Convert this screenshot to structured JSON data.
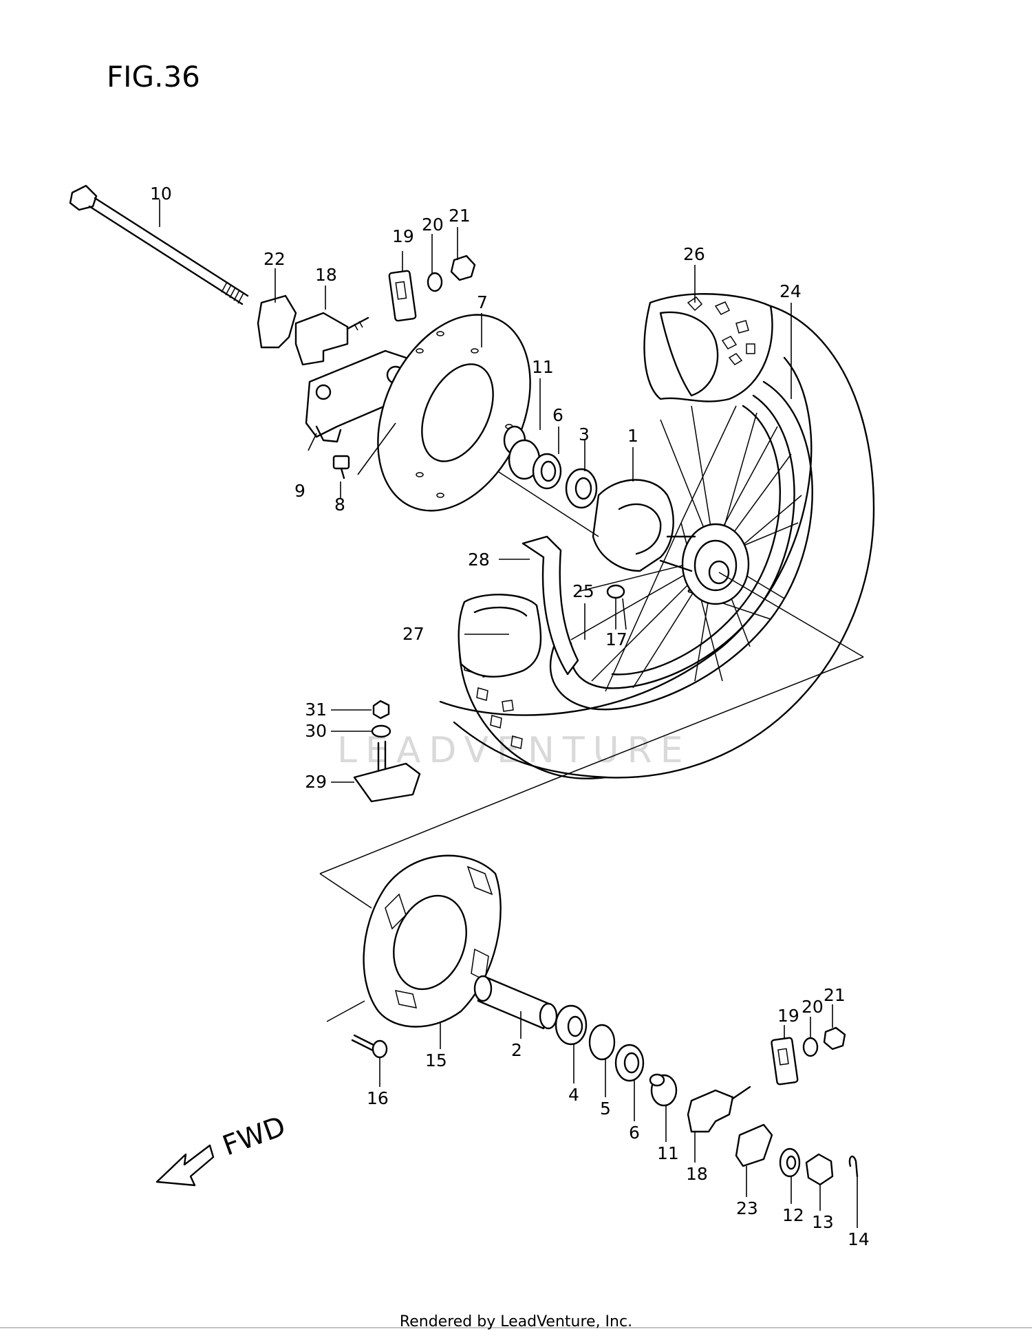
{
  "figure_title": "FIG.36",
  "direction_label": "FWD",
  "watermark": "LEADVENTURE",
  "footer": "Rendered by LeadVenture, Inc.",
  "callouts": {
    "p1": "1",
    "p2": "2",
    "p3": "3",
    "p4": "4",
    "p5": "5",
    "p6a": "6",
    "p6b": "6",
    "p7": "7",
    "p8": "8",
    "p9": "9",
    "p10": "10",
    "p11a": "11",
    "p11b": "11",
    "p12": "12",
    "p13": "13",
    "p14": "14",
    "p15": "15",
    "p16": "16",
    "p17": "17",
    "p18a": "18",
    "p18b": "18",
    "p19a": "19",
    "p19b": "19",
    "p20a": "20",
    "p20b": "20",
    "p21a": "21",
    "p21b": "21",
    "p22": "22",
    "p23": "23",
    "p24": "24",
    "p25": "25",
    "p26": "26",
    "p27": "27",
    "p28": "28",
    "p29": "29",
    "p30": "30",
    "p31": "31"
  },
  "icons": {
    "fwd_arrow": "arrow-left-down-icon"
  }
}
